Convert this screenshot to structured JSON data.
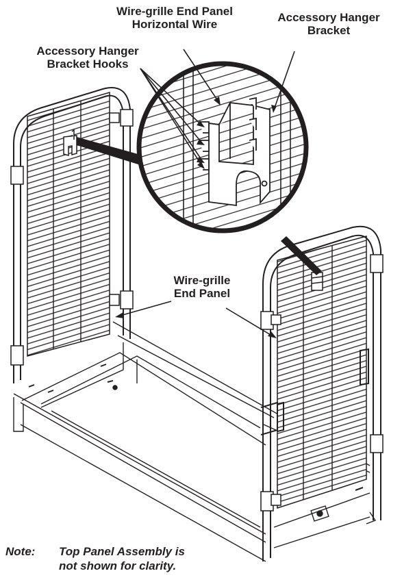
{
  "callouts": {
    "horizontal_wire": [
      "Wire-grille End Panel",
      "Horizontal Wire"
    ],
    "hanger_bracket": [
      "Accessory Hanger",
      "Bracket"
    ],
    "bracket_hooks": [
      "Accessory Hanger",
      "Bracket Hooks"
    ],
    "end_panel": [
      "Wire-grille",
      "End Panel"
    ]
  },
  "note": {
    "prefix": "Note:",
    "line1": "Top Panel Assembly is",
    "line2": "not shown for clarity."
  },
  "colors": {
    "ink": "#231f20",
    "paper": "#ffffff"
  }
}
